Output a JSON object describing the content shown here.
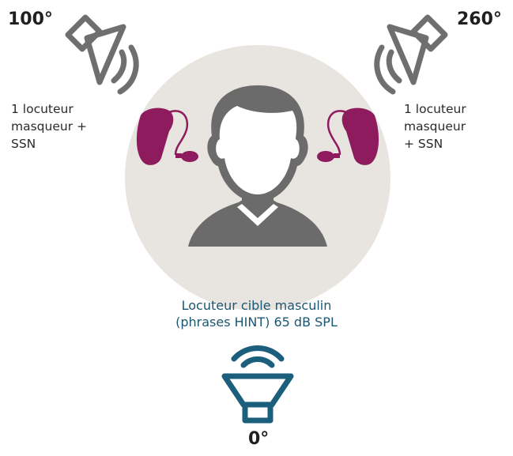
{
  "angles": {
    "left": "100°",
    "right": "260°",
    "bottom": "0°"
  },
  "left_label": [
    "1 locuteur",
    "masqueur +",
    "SSN"
  ],
  "right_label": [
    "1 locuteur",
    "masqueur",
    "+ SSN"
  ],
  "target_caption": [
    "Locuteur cible masculin",
    "(phrases HINT) 65 dB SPL"
  ],
  "colors": {
    "masker_speaker": "#6f6f6f",
    "target_speaker": "#1b5f7d",
    "head_circle": "#e8e4df",
    "head": "#6b6b6b",
    "hearing_aid": "#8e1b5e"
  },
  "icons": {
    "left_speaker": "speaker-icon",
    "right_speaker": "speaker-icon",
    "target_speaker": "speaker-icon",
    "head": "head-silhouette-icon",
    "hearing_aids": "hearing-aid-icon"
  }
}
